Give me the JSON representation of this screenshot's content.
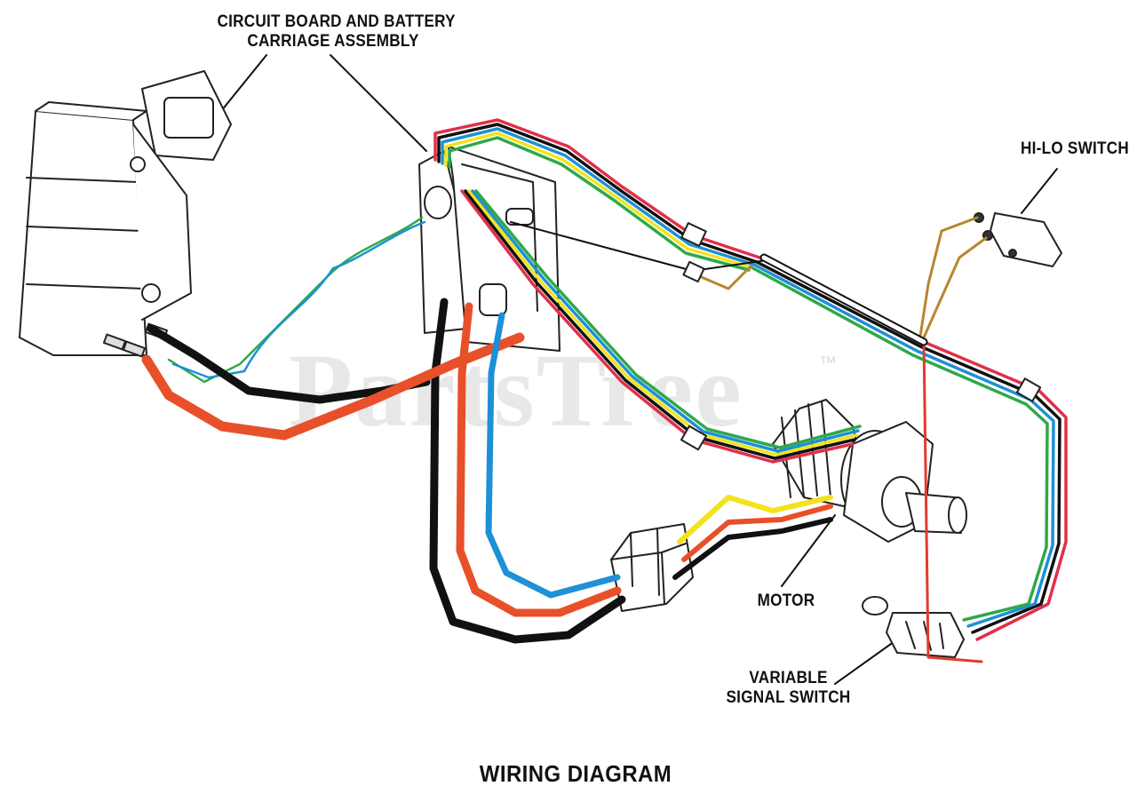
{
  "diagram": {
    "labels": {
      "circuit_board_line1": "CIRCUIT BOARD AND BATTERY",
      "circuit_board_line2": "CARRIAGE ASSEMBLY",
      "hi_lo_switch": "HI-LO SWITCH",
      "motor": "MOTOR",
      "variable_line1": "VARIABLE",
      "variable_line2": "SIGNAL SWITCH",
      "caption": "WIRING DIAGRAM"
    },
    "watermark": {
      "text": "PartsTree",
      "trademark": "™"
    },
    "wire_colors": {
      "red": "#e23b2e",
      "orange_red": "#e8502a",
      "black": "#111111",
      "blue": "#1e90d6",
      "green": "#2fa84a",
      "yellow": "#f2e31a",
      "tan": "#b8862f",
      "pink_red": "#e0304a"
    }
  }
}
